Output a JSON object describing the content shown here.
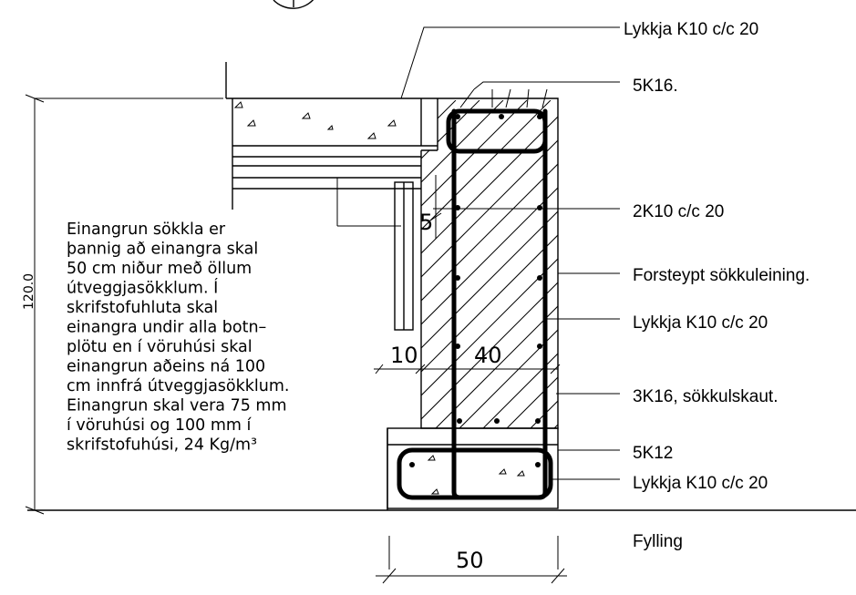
{
  "labels": {
    "lykkja_top": "Lykkja K10 c/c 20",
    "rebar_5k16": "5K16.",
    "rebar_2k10": "2K10 c/c 20",
    "forsteypt": "Forsteypt sökkuleining.",
    "lykkja_mid": "Lykkja K10 c/c 20",
    "rebar_3k16": "3K16, sökkulskaut.",
    "rebar_5k12": "5K12",
    "lykkja_bottom": "Lykkja K10 c/c 20",
    "fylling": "Fylling"
  },
  "dimensions": {
    "height_total": "120.0",
    "wall_10": "10",
    "wall_40": "40",
    "footing_50": "50",
    "gap_5": "5"
  },
  "note": [
    "Einangrun sökkla er",
    "þannig að einangra skal",
    "50 cm niður með öllum",
    "útveggjasökklum. Í",
    "skrifstofuhluta skal",
    "einangra undir alla botn–",
    "plötu en í vöruhúsi skal",
    "einangrun aðeins ná 100",
    "cm innfrá útveggjasökklum.",
    "Einangrun skal vera 75 mm",
    "í vöruhúsi og 100 mm í",
    "skrifstofuhúsi, 24 Kg/m³"
  ]
}
